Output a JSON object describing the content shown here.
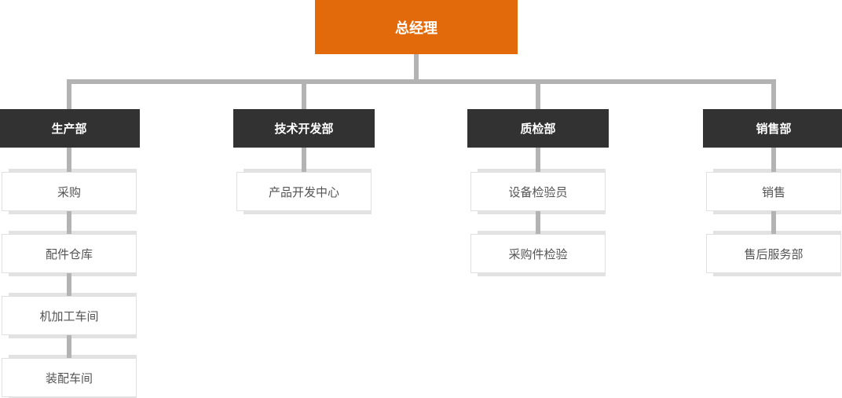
{
  "org": {
    "root": "总经理",
    "columns": [
      {
        "head": "生产部",
        "children": [
          "采购",
          "配件仓库",
          "机加工车间",
          "装配车间"
        ]
      },
      {
        "head": "技术开发部",
        "children": [
          "产品开发中心"
        ]
      },
      {
        "head": "质检部",
        "children": [
          "设备检验员",
          "采购件检验"
        ]
      },
      {
        "head": "销售部",
        "children": [
          "销售",
          "售后服务部"
        ]
      }
    ]
  },
  "colors": {
    "accent": "#E26A0A",
    "head": "#323232",
    "line": "#B3B3B3",
    "border": "#E0E0E0",
    "strip": "#E2E2E2",
    "leafText": "#545454"
  }
}
